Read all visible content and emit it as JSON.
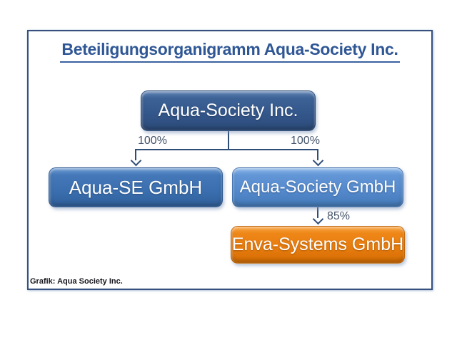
{
  "title": {
    "text": "Beteiligungsorganigramm Aqua-Society Inc."
  },
  "org": {
    "type": "org-chart",
    "nodes": [
      {
        "id": "aqua-society-inc",
        "label": "Aqua-Society Inc.",
        "level": 1,
        "fill": "#35598c"
      },
      {
        "id": "aqua-se-gmbh",
        "label": "Aqua-SE GmbH",
        "level": 2,
        "fill": "#3b6fb0"
      },
      {
        "id": "aqua-society-gmbh",
        "label": "Aqua-Society GmbH",
        "level": 2,
        "fill": "#5890d2"
      },
      {
        "id": "enva-systems-gmbh",
        "label": "Enva-Systems GmbH",
        "level": 3,
        "fill": "#e87c12"
      }
    ],
    "edges": [
      {
        "from": "Aqua-Society Inc.",
        "to": "Aqua-SE GmbH",
        "label": "100%"
      },
      {
        "from": "Aqua-Society Inc.",
        "to": "Aqua-Society GmbH",
        "label": "100%"
      },
      {
        "from": "Aqua-Society GmbH",
        "to": "Enva-Systems GmbH",
        "label": "85%"
      }
    ],
    "colors": {
      "connector": "#2e4d77",
      "title": "#2f5795",
      "edge_label": "#44546a",
      "frame_border": "#37517e"
    }
  },
  "footer": {
    "credit": "Grafik: Aqua Society Inc."
  }
}
